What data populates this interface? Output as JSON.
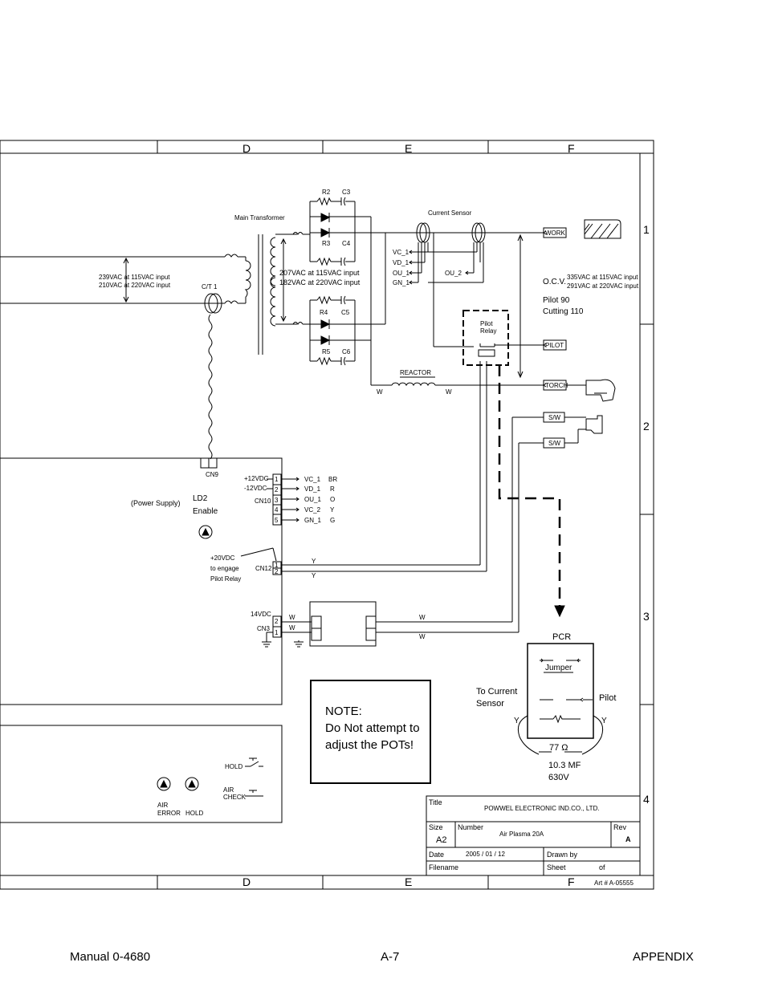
{
  "grid": {
    "columns": [
      "D",
      "E",
      "F"
    ],
    "rows": [
      "1",
      "2",
      "3",
      "4"
    ]
  },
  "labels": {
    "main_transformer": "Main Transformer",
    "current_sensor": "Current Sensor",
    "ct1": "C/T 1",
    "input_line1": "239VAC at 115VAC input",
    "input_line2": "210VAC at 220VAC input",
    "sec_line1": "207VAC at 115VAC input",
    "sec_line2": "182VAC at 220VAC input",
    "ocv": "O.C.V.",
    "ocv_line1": "335VAC at 115VAC input",
    "ocv_line2": "291VAC at 220VAC input",
    "pilot90": "Pilot 90",
    "cutting110": "Cutting 110",
    "pilot_relay_1": "Pilot",
    "pilot_relay_2": "Relay",
    "reactor": "REACTOR",
    "cn9": "CN9",
    "power_supply": "(Power Supply)",
    "ld2": "LD2",
    "enable": "Enable",
    "cn10": "CN10",
    "plus12": "+12VDC",
    "minus12": "-12VDC",
    "cn12": "CN12",
    "engage_1": "+20VDC",
    "engage_2": "to engage",
    "engage_3": "Pilot Relay",
    "v14": "14VDC",
    "cn3": "CN3",
    "hold": "HOLD",
    "air_check_1": "AIR",
    "air_check_2": "CHECK",
    "air_error_1": "AIR",
    "air_error_2": "ERROR",
    "hold_led": "HOLD",
    "pcr": "PCR",
    "jumper": "Jumper",
    "pilot": "Pilot",
    "to_current_1": "To Current",
    "to_current_2": "Sensor",
    "y": "Y",
    "w": "W",
    "ohm": "77 Ω",
    "cap_1": "10.3 MF",
    "cap_2": "630V"
  },
  "resistors": [
    "R2",
    "R3",
    "R4",
    "R5"
  ],
  "capacitors": [
    "C3",
    "C4",
    "C5",
    "C6"
  ],
  "sensor_outputs": [
    "VC_1",
    "VD_1",
    "OU_1",
    "GN_1"
  ],
  "ou2": "OU_2",
  "connectors": {
    "work": "WORK",
    "pilot": "PILOT",
    "torch": "TORCH",
    "sw1": "S/W",
    "sw2": "S/W"
  },
  "cn10_pins": [
    {
      "pin": "1",
      "signal": "VC_1",
      "color": "BR"
    },
    {
      "pin": "2",
      "signal": "VD_1",
      "color": "R"
    },
    {
      "pin": "3",
      "signal": "OU_1",
      "color": "O"
    },
    {
      "pin": "4",
      "signal": "VC_2",
      "color": "Y"
    },
    {
      "pin": "5",
      "signal": "GN_1",
      "color": "G"
    }
  ],
  "cn12_pins": [
    "1",
    "2"
  ],
  "cn3_pins": [
    "2",
    "1"
  ],
  "note": {
    "line1": "NOTE:",
    "line2": "Do Not attempt to",
    "line3": "adjust the POTs!"
  },
  "title_block": {
    "title_label": "Title",
    "company": "POWWEL ELECTRONIC IND.CO., LTD.",
    "size_label": "Size",
    "size": "A2",
    "number_label": "Number",
    "number": "Air Plasma 20A",
    "rev_label": "Rev",
    "rev": "A",
    "date_label": "Date",
    "date": "2005 / 01 / 12",
    "drawn_label": "Drawn by",
    "filename_label": "Filename",
    "sheet_label": "Sheet",
    "of_label": "of",
    "art": "Art # A-05555"
  },
  "footer": {
    "manual": "Manual 0-4680",
    "page": "A-7",
    "section": "APPENDIX"
  }
}
